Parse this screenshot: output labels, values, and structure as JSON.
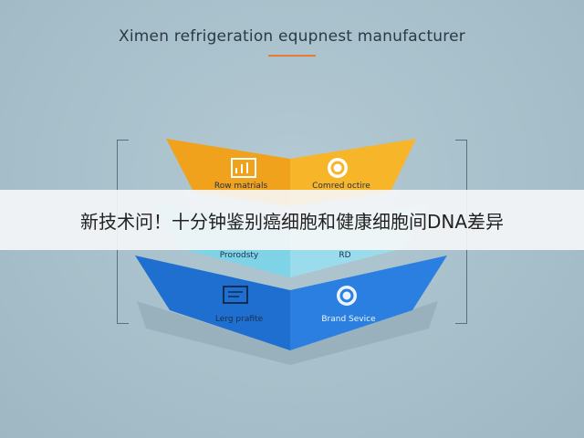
{
  "header": {
    "title": "Ximen refrigeration equpnest manufacturer"
  },
  "tiers": [
    {
      "left_label": "Row matrials",
      "right_label": "Comred octire",
      "left_color": "#f0a21c",
      "right_color": "#f7b52a",
      "left_icon": "chart-icon",
      "right_icon": "c-logo-icon"
    },
    {
      "left_label": "Prorodsty",
      "right_label": "RD",
      "left_color": "#7fd3e6",
      "right_color": "#9adcec",
      "left_icon": "wave-icon",
      "right_icon": "gear-icon"
    },
    {
      "left_label": "Lerg prafite",
      "right_label": "Brand Sevice",
      "left_color": "#1f6fd1",
      "right_color": "#2a7fe0",
      "left_icon": "document-icon",
      "right_icon": "c-logo-icon"
    }
  ],
  "banner": {
    "text": "新技术问！十分钟鉴别癌细胞和健康细胞间DNA差异"
  },
  "colors": {
    "accent": "#e8793a",
    "background": "#a9c1cc"
  }
}
